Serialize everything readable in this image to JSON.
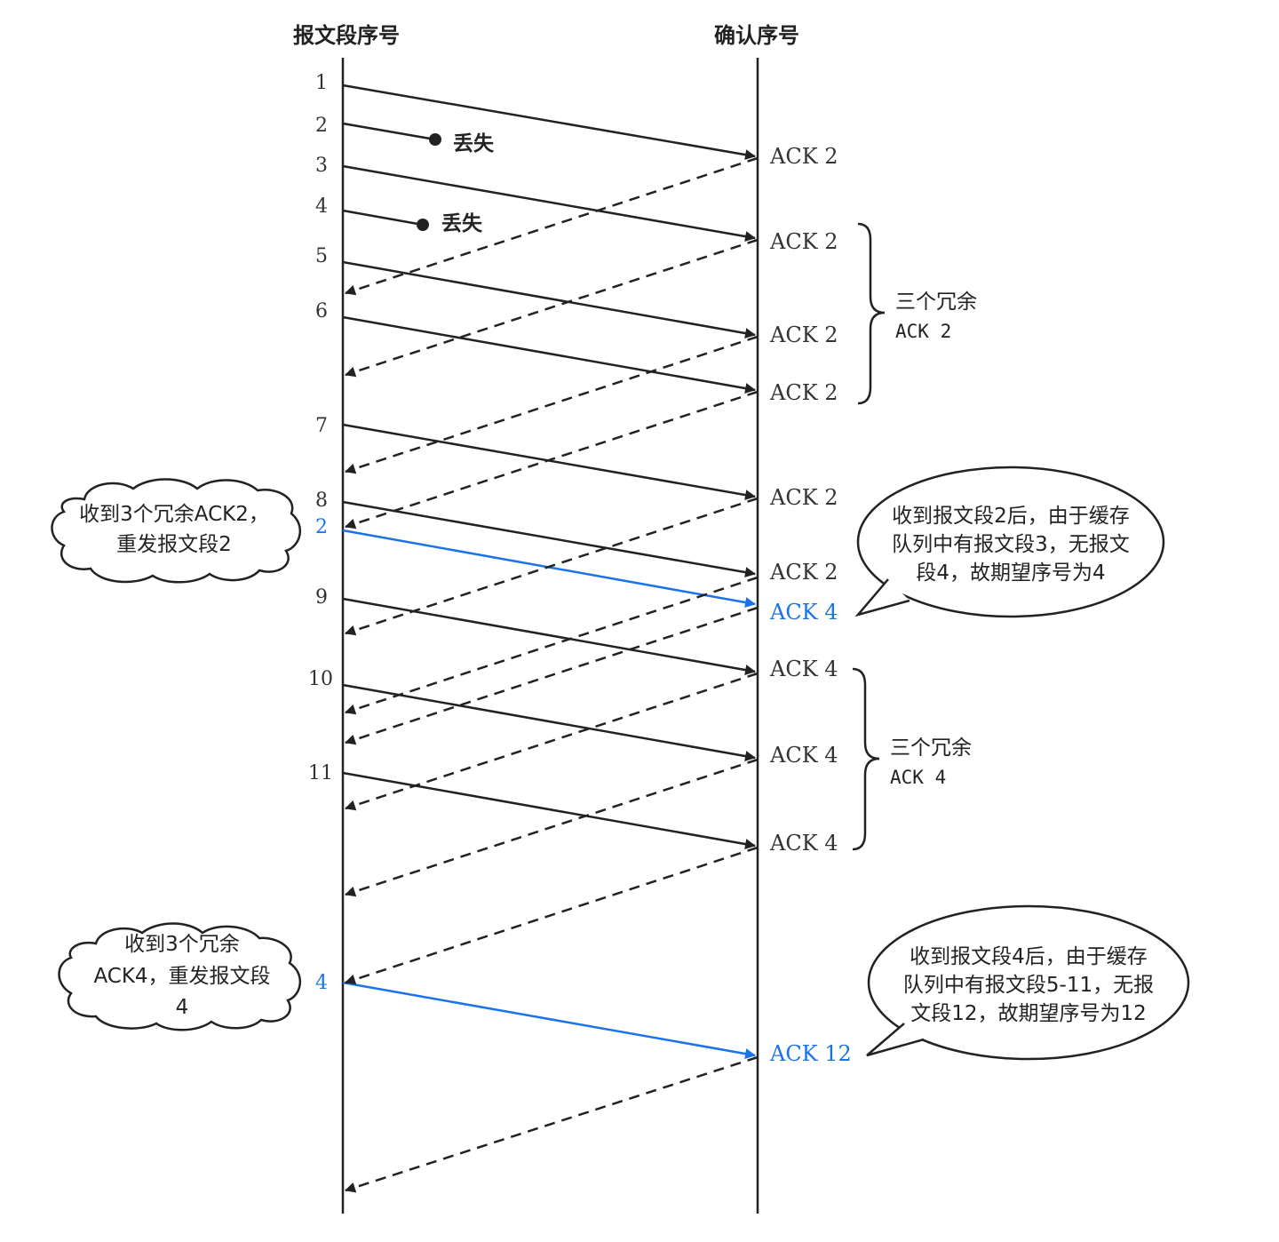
{
  "headers": {
    "sender": "报文段序号",
    "receiver": "确认序号"
  },
  "segments": [
    "1",
    "2",
    "3",
    "4",
    "5",
    "6",
    "7",
    "8",
    "2",
    "9",
    "10",
    "11",
    "4"
  ],
  "lost_label": "丢失",
  "acks": [
    "ACK 2",
    "ACK 2",
    "ACK 2",
    "ACK 2",
    "ACK 2",
    "ACK 2",
    "ACK 4",
    "ACK 4",
    "ACK 4",
    "ACK 4",
    "ACK 12"
  ],
  "brace1": {
    "line1": "三个冗余",
    "line2": "ACK 2"
  },
  "brace2": {
    "line1": "三个冗余",
    "line2": "ACK 4"
  },
  "cloud1": {
    "line1": "收到3个冗余ACK2，",
    "line2": "重发报文段2"
  },
  "cloud2": {
    "line1": "收到3个冗余",
    "line2": "ACK4，重发报文段",
    "line3": "4"
  },
  "bubble1": {
    "line1": "收到报文段2后，由于缓存",
    "line2": "队列中有报文段3，无报文",
    "line3": "段4，故期望序号为4"
  },
  "bubble2": {
    "line1": "收到报文段4后，由于缓存",
    "line2": "队列中有报文段5-11，无报",
    "line3": "文段12，故期望序号为12"
  },
  "colors": {
    "line": "#222222",
    "retransmit": "#1a73e8"
  }
}
